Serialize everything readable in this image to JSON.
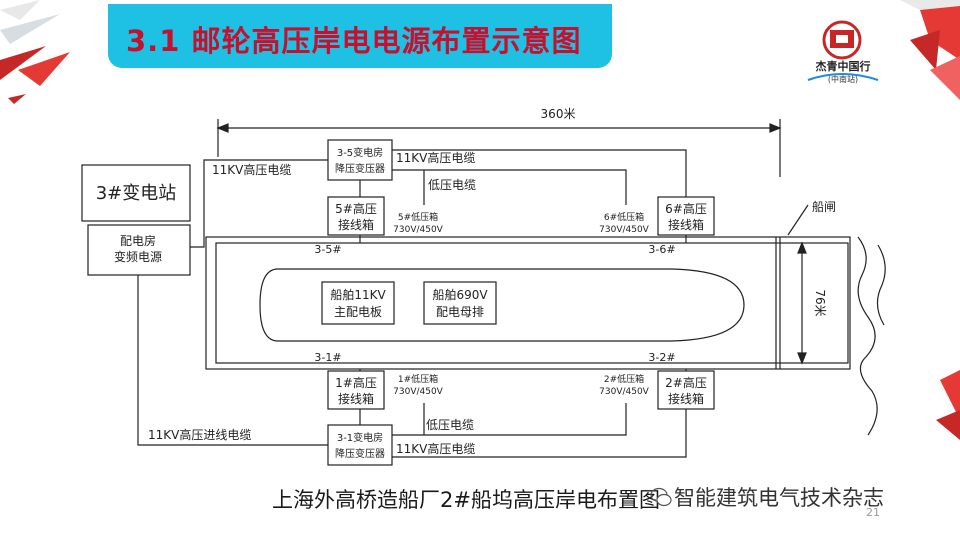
{
  "slide": {
    "title": "3.1 邮轮高压岸电电源布置示意图",
    "caption": "上海外高桥造船厂2#船坞高压岸电布置图",
    "watermark": "智能建筑电气技术杂志",
    "page_number": "21"
  },
  "logo": {
    "name": "杰青中国行",
    "sub": "(中南站)"
  },
  "colors": {
    "title_bar": "#1ec0e3",
    "title_text": "#c8102e",
    "lines": "#222222"
  },
  "diagram": {
    "dimension_width": "360米",
    "dimension_height": "76米",
    "lock_label": "船闸",
    "substation": "3#变电站",
    "distribution": {
      "line1": "配电房",
      "line2": "变频电源"
    },
    "cable_11kv_top_left": "11KV高压电缆",
    "cable_11kv_top_right": "11KV高压电缆",
    "cable_lv_top": "低压电缆",
    "cable_lv_bottom": "低压电缆",
    "cable_11kv_bottom_right": "11KV高压电缆",
    "cable_in_bottom": "11KV高压进线电缆",
    "transformer_top": {
      "line1": "3-5变电房",
      "line2": "降压变压器"
    },
    "transformer_bottom": {
      "line1": "3-1变电房",
      "line2": "降压变压器"
    },
    "hv5": {
      "line1": "5#高压",
      "line2": "接线箱"
    },
    "hv6": {
      "line1": "6#高压",
      "line2": "接线箱"
    },
    "hv1": {
      "line1": "1#高压",
      "line2": "接线箱"
    },
    "hv2": {
      "line1": "2#高压",
      "line2": "接线箱"
    },
    "lv5": {
      "line1": "5#低压箱",
      "line2": "730V/450V"
    },
    "lv6": {
      "line1": "6#低压箱",
      "line2": "730V/450V"
    },
    "lv1": {
      "line1": "1#低压箱",
      "line2": "730V/450V"
    },
    "lv2": {
      "line1": "2#低压箱",
      "line2": "730V/450V"
    },
    "point_3_5": "3-5#",
    "point_3_6": "3-6#",
    "point_3_1": "3-1#",
    "point_3_2": "3-2#",
    "ship_main": {
      "line1": "船舶11KV",
      "line2": "主配电板"
    },
    "ship_bus": {
      "line1": "船舶690V",
      "line2": "配电母排"
    }
  }
}
